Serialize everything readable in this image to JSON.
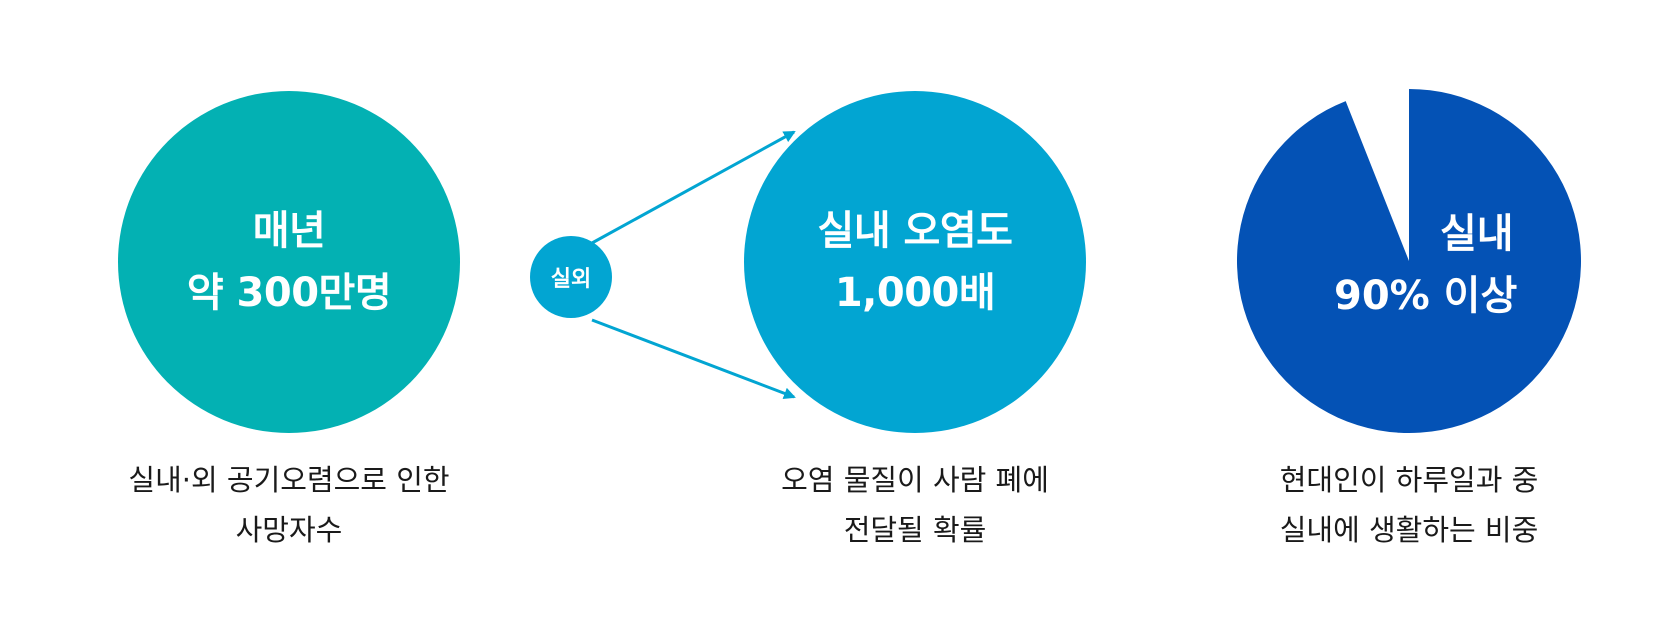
{
  "colors": {
    "teal": "#03B1B3",
    "sky": "#02A5D2",
    "blue": "#0452B5",
    "text": "#1a1a1a"
  },
  "stats": [
    {
      "line1": "매년",
      "line2": "약 300만명",
      "caption1": "실내·외 공기오렴으로 인한",
      "caption2": "사망자수"
    },
    {
      "badge": "실외",
      "line1": "실내 오염도",
      "line2": "1,000배",
      "caption1": "오염 물질이 사람 폐에",
      "caption2": "전달될 확률"
    },
    {
      "line1": "실내",
      "line2": "90% 이상",
      "share": 0.94,
      "caption1": "현대인이 하루일과 중",
      "caption2": "실내에 생활하는 비중"
    }
  ]
}
